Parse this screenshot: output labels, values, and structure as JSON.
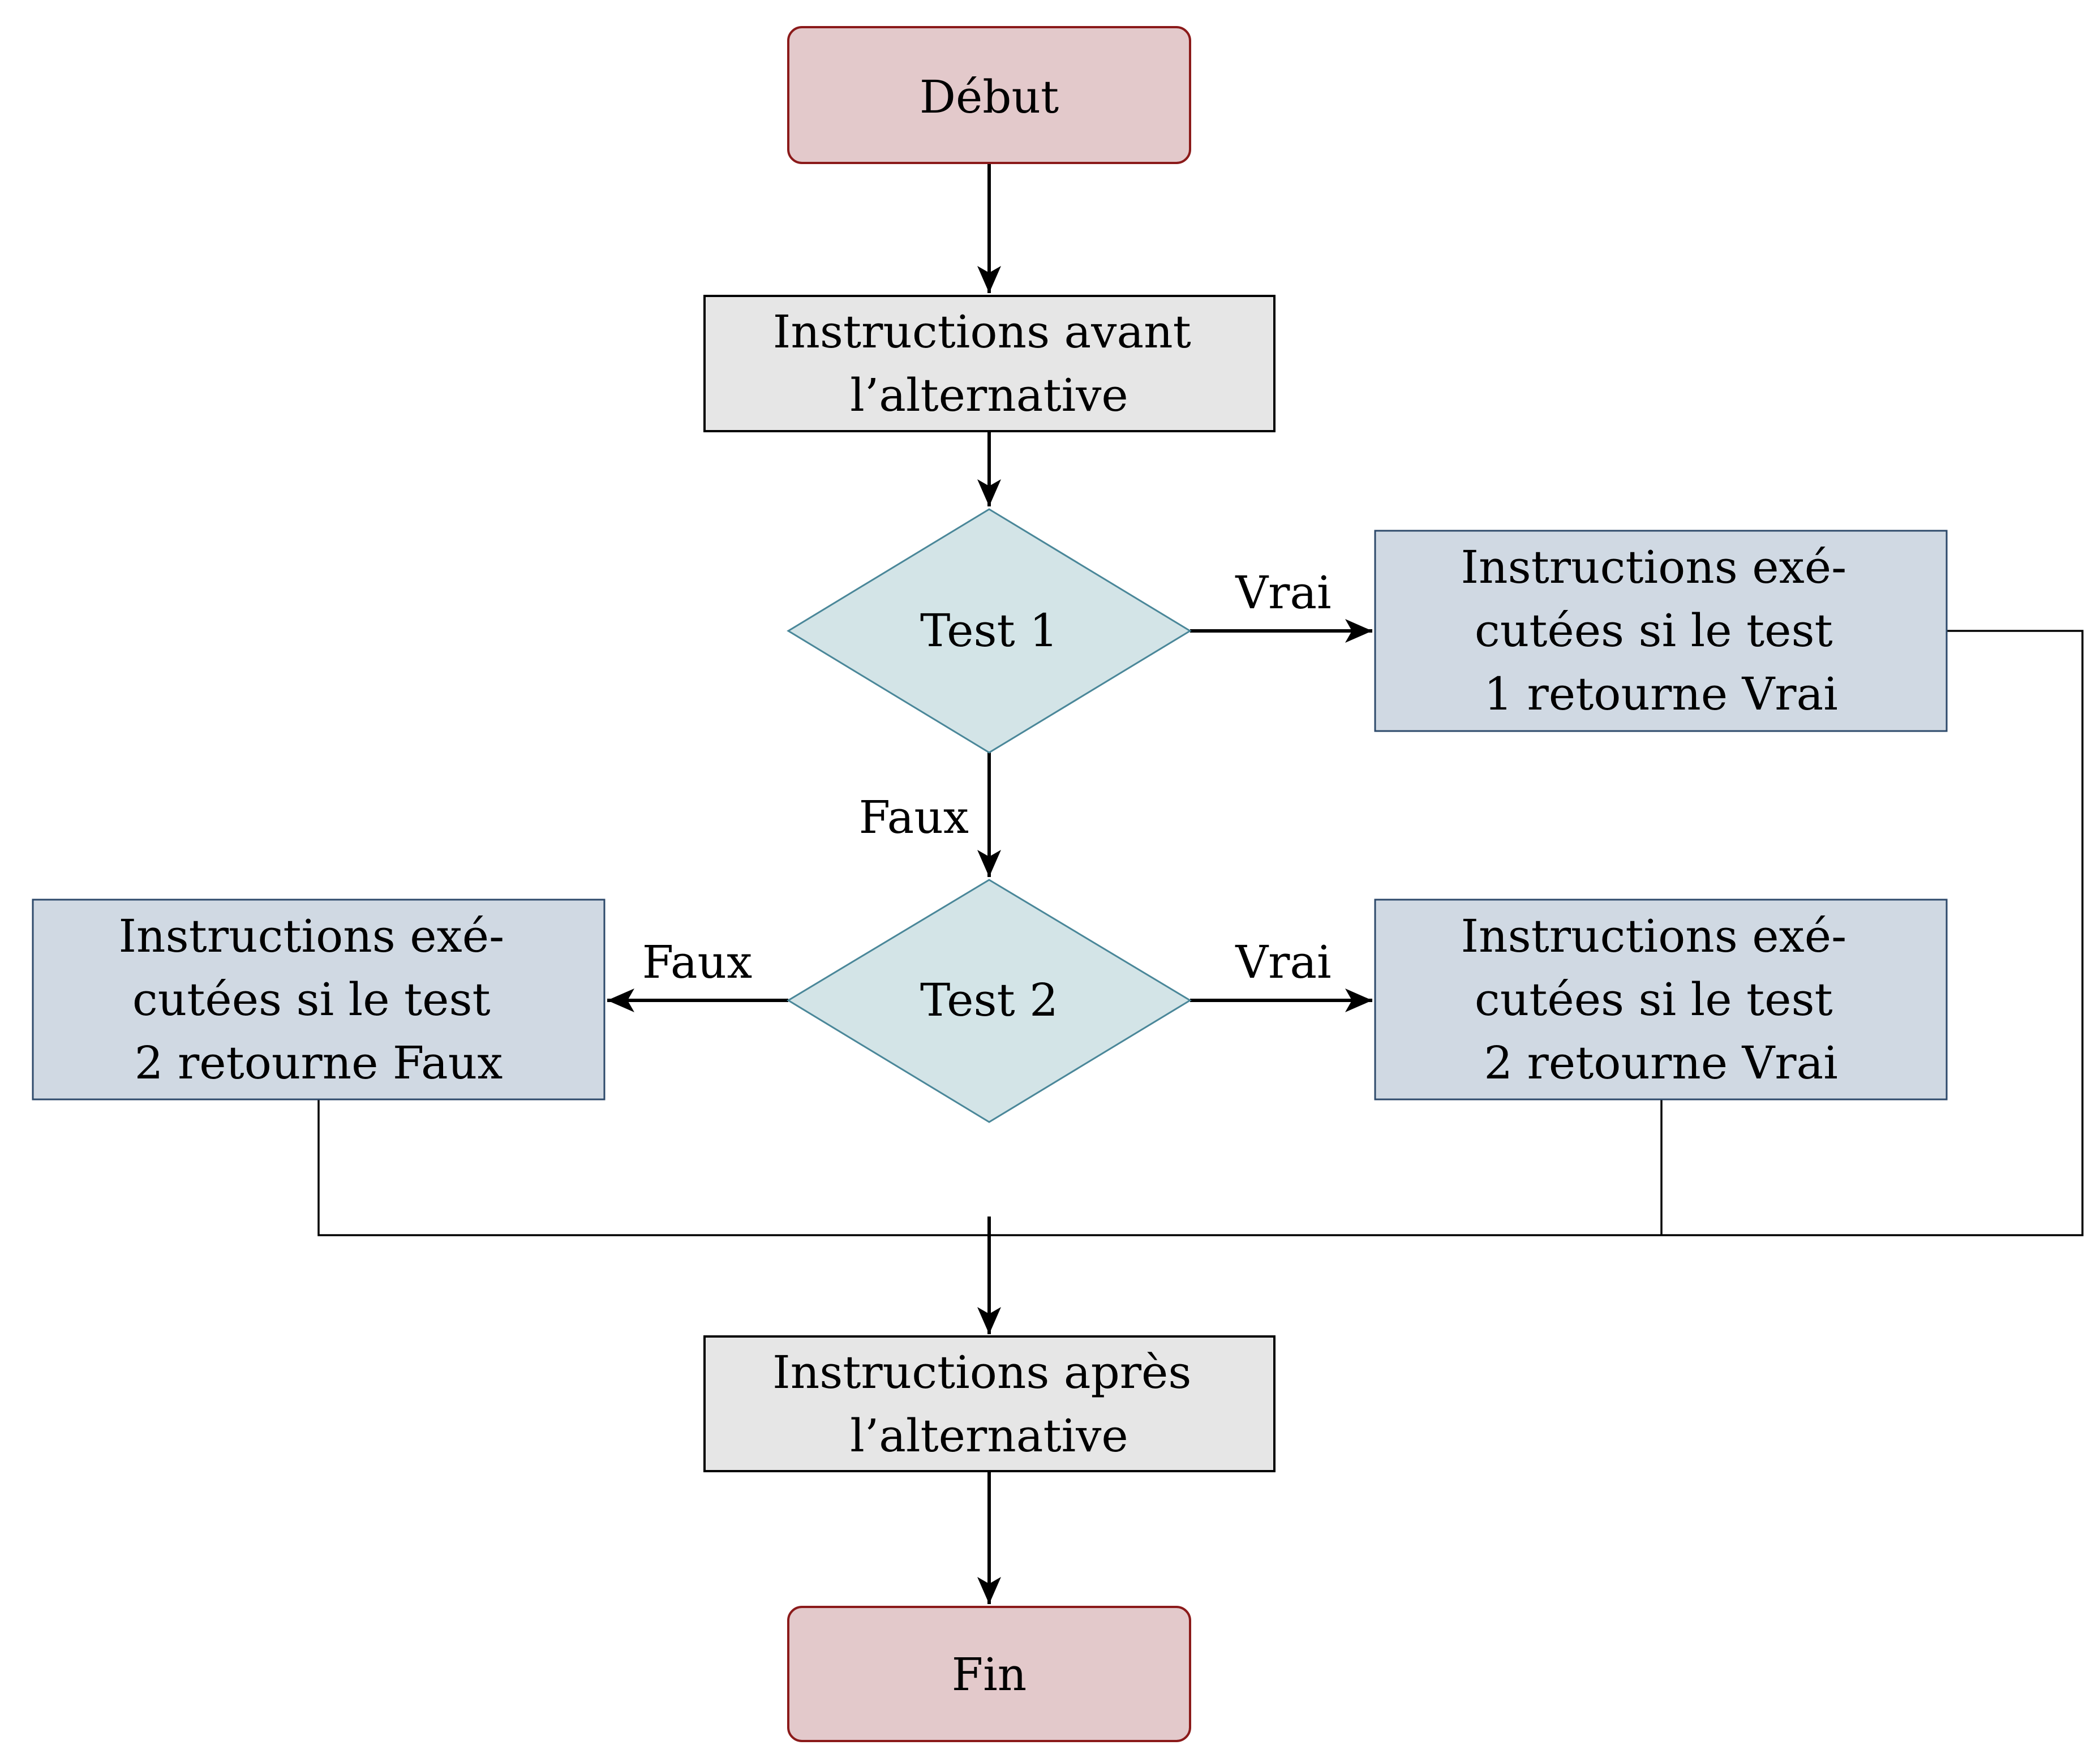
{
  "nodes": {
    "start": {
      "lines": [
        "Début"
      ],
      "fill": "#e3c9cb",
      "stroke": "#8b1a1a"
    },
    "before": {
      "lines": [
        "Instructions avant",
        "l’alternative"
      ],
      "fill": "#e6e6e6",
      "stroke": "#000000"
    },
    "test1": {
      "lines": [
        "Test 1"
      ],
      "fill": "#d3e4e7",
      "stroke": "#4a8799"
    },
    "true1": {
      "lines": [
        "Instructions exé-",
        "cutées si le test",
        "1 retourne Vrai"
      ],
      "fill": "#d0d9e3",
      "stroke": "#2e4a6b"
    },
    "test2": {
      "lines": [
        "Test 2"
      ],
      "fill": "#d3e4e7",
      "stroke": "#4a8799"
    },
    "false2": {
      "lines": [
        "Instructions exé-",
        "cutées si le test",
        "2 retourne Faux"
      ],
      "fill": "#d0d9e3",
      "stroke": "#2e4a6b"
    },
    "true2": {
      "lines": [
        "Instructions exé-",
        "cutées si le test",
        "2 retourne Vrai"
      ],
      "fill": "#d0d9e3",
      "stroke": "#2e4a6b"
    },
    "after": {
      "lines": [
        "Instructions après",
        "l’alternative"
      ],
      "fill": "#e6e6e6",
      "stroke": "#000000"
    },
    "end": {
      "lines": [
        "Fin"
      ],
      "fill": "#e3c9cb",
      "stroke": "#8b1a1a"
    }
  },
  "edge_labels": {
    "test1_true": "Vrai",
    "test1_false": "Faux",
    "test2_false": "Faux",
    "test2_true": "Vrai"
  }
}
